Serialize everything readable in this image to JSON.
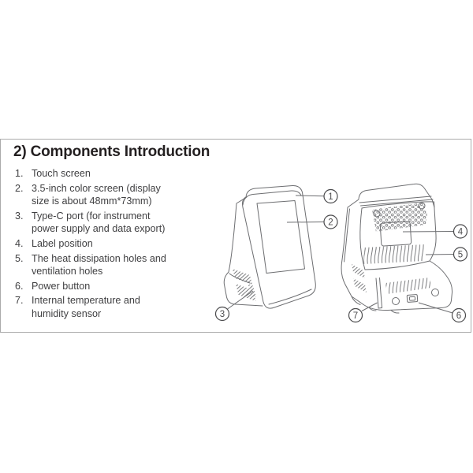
{
  "title": "2) Components Introduction",
  "components": [
    {
      "num": "1.",
      "lines": [
        "Touch screen"
      ]
    },
    {
      "num": "2.",
      "lines": [
        "3.5-inch color screen (display",
        "size is about 48mm*73mm)"
      ]
    },
    {
      "num": "3.",
      "lines": [
        "Type-C port (for instrument",
        "power supply and data export)"
      ]
    },
    {
      "num": "4.",
      "lines": [
        "Label position"
      ]
    },
    {
      "num": "5.",
      "lines": [
        "The heat dissipation holes and",
        "ventilation holes"
      ]
    },
    {
      "num": "6.",
      "lines": [
        "Power button"
      ]
    },
    {
      "num": "7.",
      "lines": [
        "Internal temperature and",
        "humidity sensor"
      ]
    }
  ],
  "callouts": {
    "c1": "1",
    "c2": "2",
    "c3": "3",
    "c4": "4",
    "c5": "5",
    "c6": "6",
    "c7": "7"
  },
  "colors": {
    "heading": "#231f20",
    "body_text": "#404042",
    "line_art": "#6d6e71",
    "callout": "#4a4a4c",
    "frame_border": "#ababab",
    "background": "#ffffff"
  }
}
